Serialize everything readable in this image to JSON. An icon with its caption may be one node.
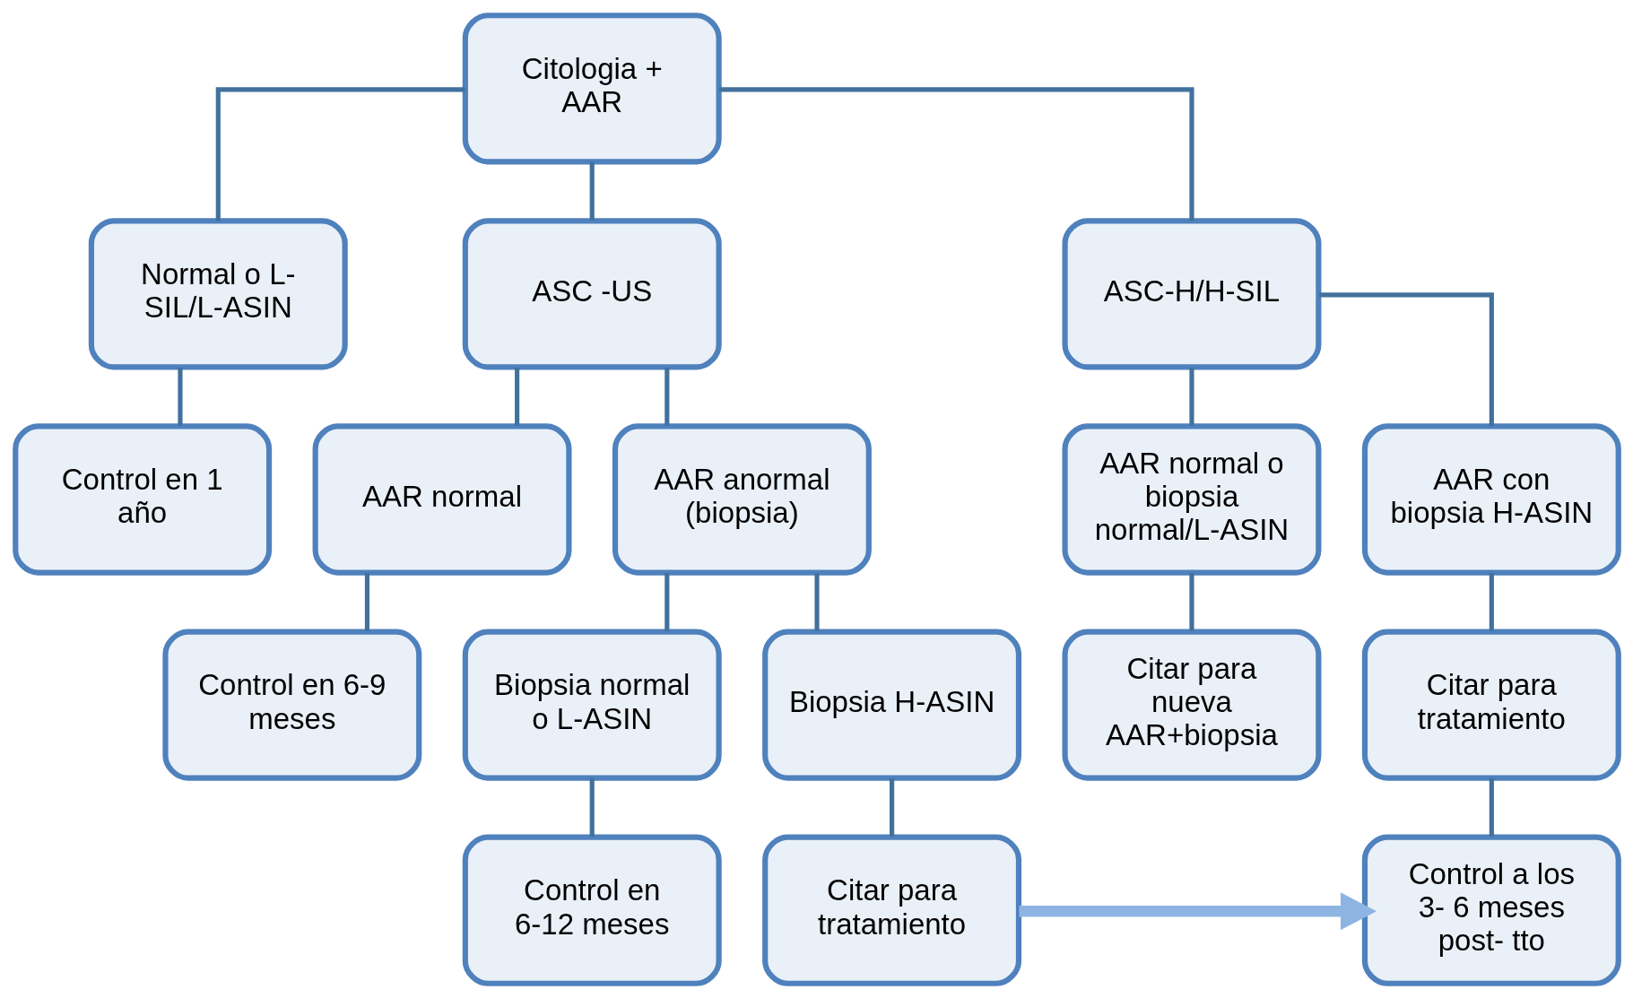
{
  "diagram": {
    "nodes": [
      {
        "text": [
          "Citologia + AAR"
        ]
      },
      {
        "text": [
          "Normal o L- SIL/L-ASIN"
        ]
      },
      {
        "text": [
          "ASC -US"
        ]
      },
      {
        "text": [
          "ASC-H/H-SIL"
        ]
      },
      {
        "text": [
          "Control en 1 año"
        ]
      },
      {
        "text": [
          "AAR normal"
        ]
      },
      {
        "text": [
          "AAR anormal (biopsia)"
        ]
      },
      {
        "text": [
          "AAR normal o biopsia normal/L-ASIN"
        ]
      },
      {
        "text": [
          "AAR con biopsia H-ASIN"
        ]
      },
      {
        "text": [
          "Control en 6-9 meses"
        ]
      },
      {
        "text": [
          "Biopsia normal o L-ASIN"
        ]
      },
      {
        "text": [
          "Biopsia H-ASIN"
        ]
      },
      {
        "text": [
          "Citar para nueva AAR+biopsia"
        ]
      },
      {
        "text": [
          "Citar para tratamiento"
        ]
      },
      {
        "text": [
          "Control en 6-12 meses"
        ]
      },
      {
        "text": [
          "Citar para tratamiento"
        ]
      },
      {
        "text": [
          "Control a los 3- 6 meses post- tto"
        ]
      }
    ],
    "edges": [
      {
        "from": 0,
        "to": 1,
        "arrow": "none"
      },
      {
        "from": 0,
        "to": 2,
        "arrow": "none"
      },
      {
        "from": 0,
        "to": 3,
        "arrow": "none"
      },
      {
        "from": 1,
        "to": 4,
        "arrow": "none"
      },
      {
        "from": 2,
        "to": 5,
        "arrow": "none"
      },
      {
        "from": 2,
        "to": 6,
        "arrow": "none"
      },
      {
        "from": 3,
        "to": 7,
        "arrow": "none"
      },
      {
        "from": 3,
        "to": 8,
        "arrow": "none"
      },
      {
        "from": 5,
        "to": 9,
        "arrow": "none"
      },
      {
        "from": 6,
        "to": 10,
        "arrow": "none"
      },
      {
        "from": 6,
        "to": 11,
        "arrow": "none"
      },
      {
        "from": 7,
        "to": 12,
        "arrow": "none"
      },
      {
        "from": 8,
        "to": 13,
        "arrow": "none"
      },
      {
        "from": 10,
        "to": 14,
        "arrow": "none"
      },
      {
        "from": 11,
        "to": 15,
        "arrow": "none"
      },
      {
        "from": 13,
        "to": 16,
        "arrow": "none"
      },
      {
        "from": 15,
        "to": 16,
        "arrow": "to",
        "style": "thick",
        "color": "#8eb4e3"
      }
    ]
  }
}
